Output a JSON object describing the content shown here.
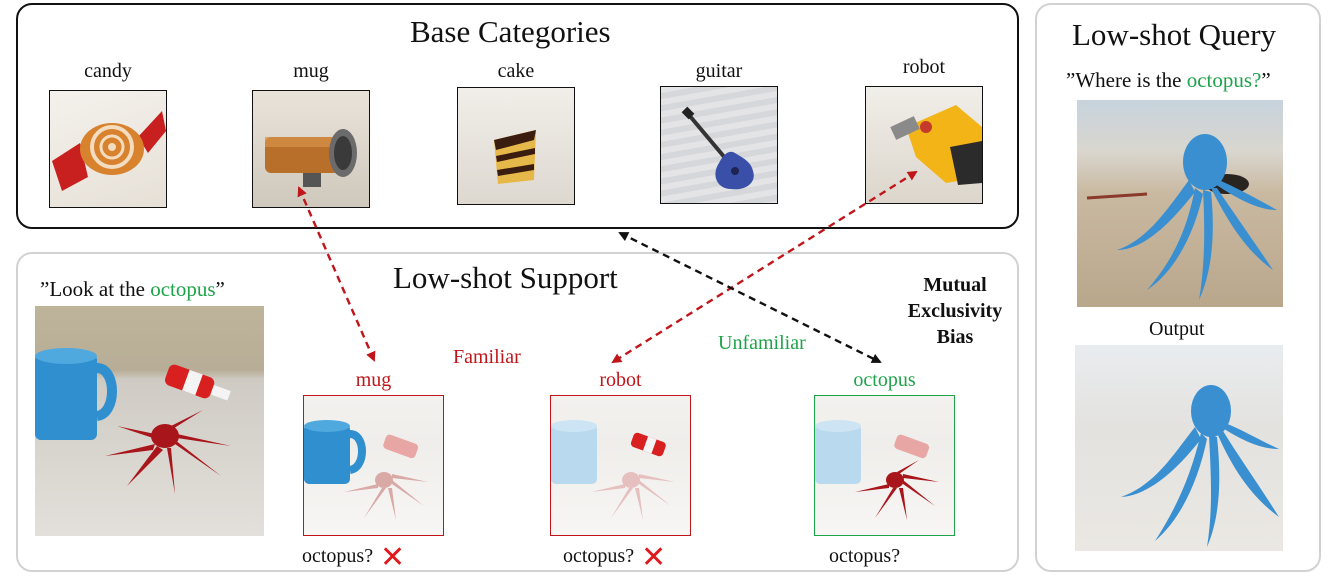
{
  "base": {
    "title": "Base Categories",
    "categories": [
      "candy",
      "mug",
      "cake",
      "guitar",
      "robot"
    ]
  },
  "support": {
    "title": "Low-shot Support",
    "prompt_prefix": "”Look at the ",
    "prompt_word": "octopus",
    "prompt_suffix": "”",
    "familiar_label": "Familiar",
    "unfamiliar_label": "Unfamiliar",
    "bias_label_lines": [
      "Mutual",
      "Exclusivity",
      "Bias"
    ],
    "candidates": [
      {
        "label": "mug",
        "question": "octopus?",
        "status": "rejected",
        "color": "#c0161a"
      },
      {
        "label": "robot",
        "question": "octopus?",
        "status": "rejected",
        "color": "#c0161a"
      },
      {
        "label": "octopus",
        "question": "octopus?",
        "status": "selected",
        "color": "#1fa34a"
      }
    ],
    "reject_mark": "✕"
  },
  "query": {
    "title": "Low-shot Query",
    "prompt_prefix": "”Where is the ",
    "prompt_word": "octopus?",
    "prompt_suffix": "”",
    "output_label": "Output"
  },
  "colors": {
    "familiar": "#c0161a",
    "unfamiliar": "#1fa34a",
    "bias_arrow": "#111111",
    "octopus_red": "#b11a1a",
    "octopus_blue": "#3f97cf"
  }
}
